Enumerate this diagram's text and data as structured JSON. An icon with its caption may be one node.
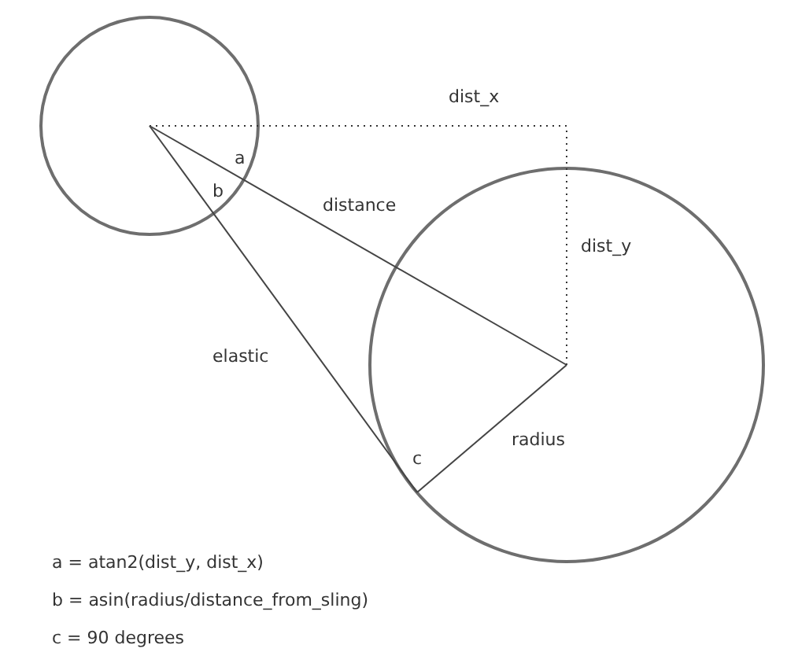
{
  "diagram": {
    "labels": [
      "dist_x",
      "a",
      "b",
      "distance",
      "dist_y",
      "elastic",
      "radius",
      "c",
      "a = atan2(dist_y, dist_x)",
      "b = asin(radius/distance_from_sling)",
      "c = 90 degrees"
    ]
  }
}
